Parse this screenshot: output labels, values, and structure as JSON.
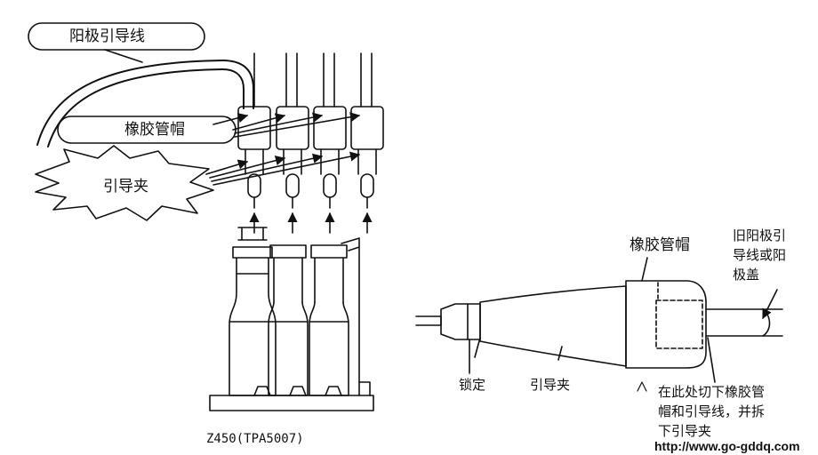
{
  "labels": {
    "anode_lead": "阳极引导线",
    "rubber_cap_left": "橡胶管帽",
    "lead_clip_left": "引导夹",
    "model": "Z450(TPA5007)",
    "rubber_cap_right": "橡胶管帽",
    "old_anode_lead_line1": "旧阳极引",
    "old_anode_lead_line2": "导线或阳",
    "old_anode_lead_line3": "极盖",
    "lock": "锁定",
    "lead_clip_right": "引导夹",
    "cut_instruction_line1": "在此处切下橡胶管",
    "cut_instruction_line2": "帽和引导线，并拆",
    "cut_instruction_line3": "下引导夹",
    "website": "http://www.go-gddq.com"
  }
}
